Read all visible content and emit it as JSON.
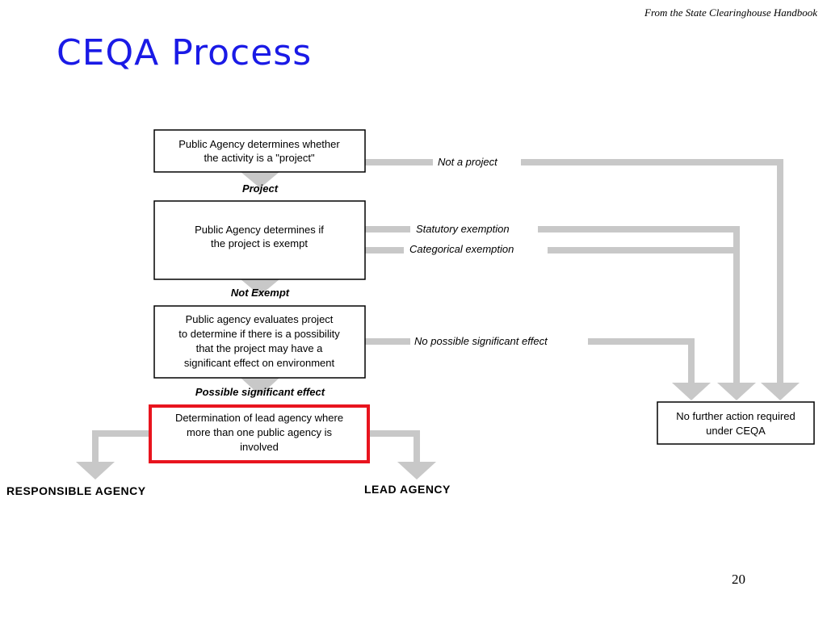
{
  "header": {
    "source": "From the State Clearinghouse Handbook",
    "title": "CEQA Process"
  },
  "boxes": {
    "project_check": [
      "Public Agency determines whether",
      "the activity is a \"project\""
    ],
    "exempt_check": [
      "Public Agency determines if",
      "the project is exempt"
    ],
    "evaluate": [
      "Public agency evaluates project",
      "to determine if there is a possibility",
      "that the project may have a",
      "significant effect on environment"
    ],
    "lead_agency": [
      "Determination of lead agency where",
      "more than one public agency is",
      "involved"
    ],
    "no_action": [
      "No further action required",
      "under CEQA"
    ]
  },
  "step_labels": {
    "project": "Project",
    "not_exempt": "Not Exempt",
    "possible_effect": "Possible significant effect"
  },
  "edge_labels": {
    "not_a_project": "Not a project",
    "statutory": "Statutory exemption",
    "categorical": "Categorical exemption",
    "no_effect": "No possible significant effect"
  },
  "outcomes": {
    "responsible": "RESPONSIBLE AGENCY",
    "lead": "LEAD AGENCY"
  },
  "colors": {
    "flow_gray": "#c8c8c8",
    "highlight_red": "#e8141e",
    "title_blue": "#1a1ae6"
  },
  "page_number": "20"
}
